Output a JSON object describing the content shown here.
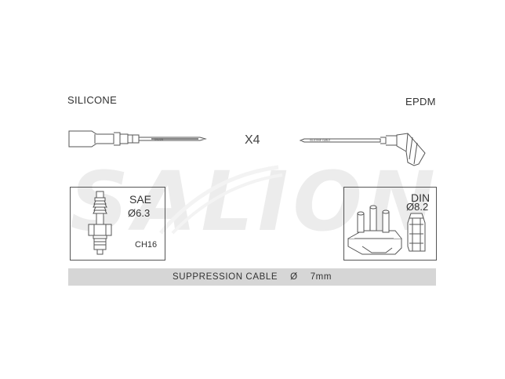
{
  "watermark": {
    "text": "SALION"
  },
  "labels": {
    "left_insulation": "SILICONE",
    "right_insulation": "EPDM",
    "quantity": "X4"
  },
  "cables": {
    "left_print": "SALION",
    "right_print": "SILICONE CABLE"
  },
  "sae_box": {
    "title": "SAE",
    "diameter": "Ø6.3",
    "hex": "CH16"
  },
  "din_box": {
    "title": "DIN",
    "diameter": "Ø8.2"
  },
  "bar": {
    "name": "SUPPRESSION CABLE",
    "symbol": "Ø",
    "size": "7mm"
  },
  "colors": {
    "line": "#555555",
    "bar_bg": "#d6d6d6",
    "watermark": "#ececec",
    "text": "#333333"
  },
  "icons": [
    "silicone-cable-icon",
    "epdm-cable-icon",
    "sae-plug-icon",
    "din-cap-icon"
  ]
}
